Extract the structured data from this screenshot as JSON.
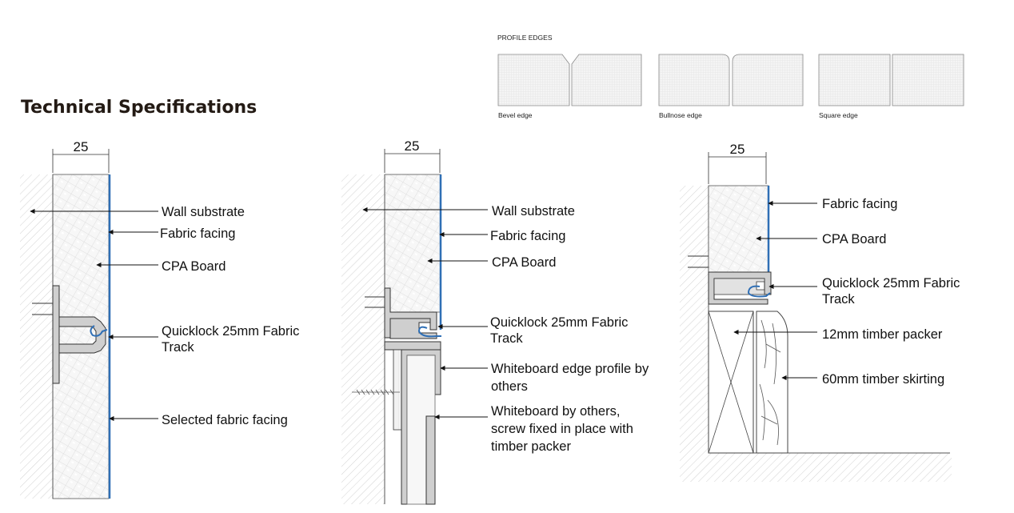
{
  "title": "Technical Specifications",
  "profile_edges": {
    "heading": "PROFILE EDGES",
    "items": [
      {
        "label": "Bevel edge",
        "type": "bevel"
      },
      {
        "label": "Bullnose edge",
        "type": "bullnose"
      },
      {
        "label": "Square edge",
        "type": "square"
      }
    ]
  },
  "details": [
    {
      "dimension": "25",
      "labels": {
        "wall_substrate": "Wall substrate",
        "fabric_facing": "Fabric facing",
        "cpa_board": "CPA Board",
        "track_line1": "Quicklock 25mm Fabric",
        "track_line2": "Track",
        "selected_fabric": "Selected fabric facing"
      }
    },
    {
      "dimension": "25",
      "labels": {
        "wall_substrate": "Wall substrate",
        "fabric_facing": "Fabric facing",
        "cpa_board": "CPA Board",
        "track_line1": "Quicklock 25mm Fabric",
        "track_line2": "Track",
        "edge_profile_line1": "Whiteboard edge profile by",
        "edge_profile_line2": "others",
        "whiteboard_line1": "Whiteboard by others,",
        "whiteboard_line2": "screw fixed in place with",
        "whiteboard_line3": "timber packer"
      }
    },
    {
      "dimension": "25",
      "labels": {
        "fabric_facing": "Fabric facing",
        "cpa_board": "CPA Board",
        "track_line1": "Quicklock 25mm Fabric",
        "track_line2": "Track",
        "packer": "12mm timber packer",
        "skirting": "60mm timber skirting"
      }
    }
  ],
  "colors": {
    "fabric": "#2f6fb5",
    "metal": "#cfcfcf",
    "outline": "#333333",
    "hatch": "#bdbdbd"
  }
}
